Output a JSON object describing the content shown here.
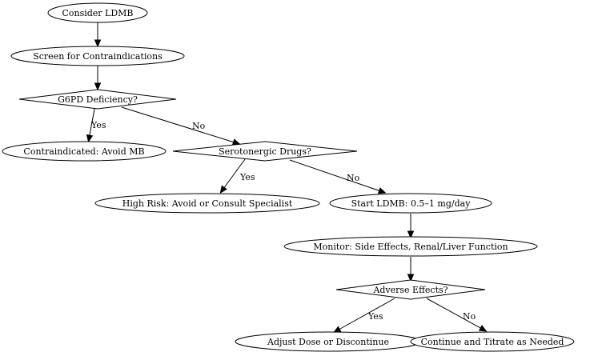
{
  "nodes": {
    "consider": "Consider LDMB",
    "screen": "Screen for Contraindications",
    "g6pd": "G6PD Deficiency?",
    "contraindicated": "Contraindicated: Avoid MB",
    "serotonergic": "Serotonergic Drugs?",
    "high_risk": "High Risk: Avoid or Consult Specialist",
    "start": "Start LDMB: 0.5–1 mg/day",
    "monitor": "Monitor: Side Effects, Renal/Liver Function",
    "adverse": "Adverse Effects?",
    "adjust": "Adjust Dose or Discontinue",
    "continue": "Continue and Titrate as Needed"
  },
  "edges": {
    "g6pd_yes": "Yes",
    "g6pd_no": "No",
    "sero_yes": "Yes",
    "sero_no": "No",
    "adverse_yes": "Yes",
    "adverse_no": "No"
  }
}
